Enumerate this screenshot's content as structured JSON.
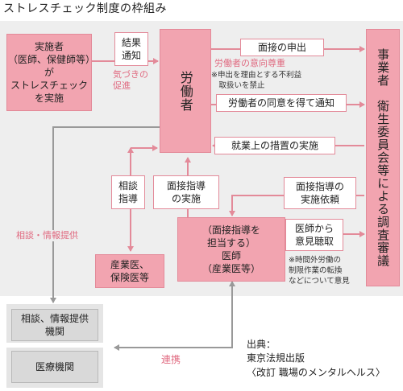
{
  "title": "ストレスチェック制度の枠組み",
  "nodes": {
    "implementer": "実施者\n（医師、保健師等）が\nストレスチェック\nを実施",
    "result_notice": "結果\n通知",
    "worker": "労働者",
    "employer": "事業者　衛生委員会等による調査審議",
    "consult_guidance": "相談\n指導",
    "interview_impl": "面接指導\nの実施",
    "industrial_doctor": "産業医、\n保険医等",
    "physician_title": "（面接指導を\n担当する）",
    "physician_name": "医師\n（産業医等）",
    "consult_org": "相談、情報提供\n機関",
    "medical_org": "医療機関"
  },
  "arrows": {
    "interview_request": "面接の申出",
    "consent_notice": "労働者の同意を得て通知",
    "work_measures": "就業上の措置の実施",
    "interview_request_impl": "面接指導の\n実施依頼",
    "opinion": "医師から\n意見聴取"
  },
  "annotations": {
    "awareness": "気づきの\n促進",
    "respect_intent": "労働者の意向尊重",
    "no_disadvantage": "※申出を理由とする不利益\n　取扱いを禁止",
    "consult_info": "相談・情報提供",
    "cooperation": "連携",
    "opinion_note": "※時間外労働の\n制限作業の転換\nなどについて意見"
  },
  "source": {
    "label": "出典：",
    "publisher": "東京法規出版",
    "book": "〈改訂 職場のメンタルヘルス〉"
  },
  "colors": {
    "pink_fill": "#f2a4b0",
    "pink_line": "#e38a99",
    "pink_text": "#e06a80",
    "gray_fill": "#d9d9d9",
    "gray_line": "#999999",
    "panel": "#eeeeee"
  }
}
